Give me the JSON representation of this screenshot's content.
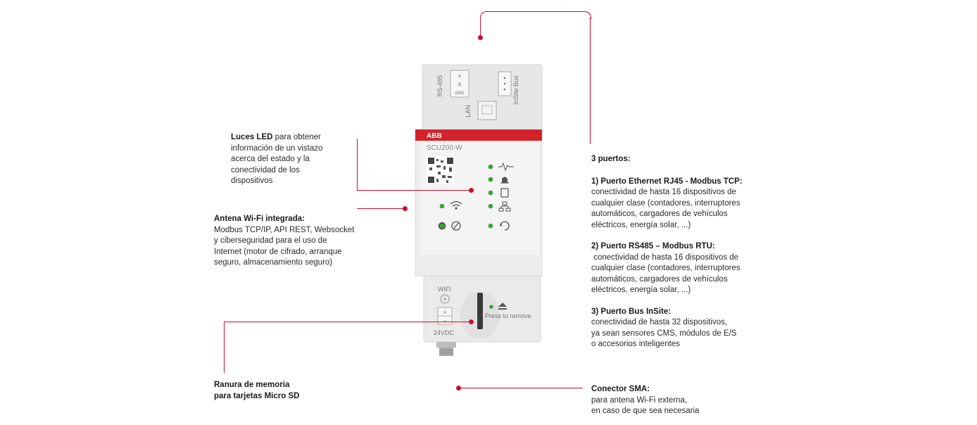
{
  "device": {
    "brand": "ABB",
    "model": "SCU200-W",
    "port_rs485": "RS-485",
    "port_labels": [
      "A",
      "B",
      "GND"
    ],
    "port_lan": "LAN",
    "port_insite": "InSite Bus",
    "wifi_label": "WIFI",
    "voltage_label": "24VDC",
    "plus_minus": [
      "+",
      "−"
    ],
    "press_to_remove": "Press to remove"
  },
  "callouts": {
    "led": {
      "bold": "Luces LED",
      "first_rest": " para obtener",
      "lines": [
        "información de un vistazo",
        "acerca del estado y la",
        "conectividad de los",
        "dispositivos"
      ]
    },
    "wifi": {
      "title": "Antena Wi-Fi integrada:",
      "lines": [
        "Modbus TCP/IP, API REST, Websocket",
        "y ciberseguridad para el uso de",
        "Internet (motor de cifrado, arranque",
        "seguro, almacenamiento seguro)"
      ]
    },
    "sd": {
      "lines": [
        "Ranura de memoria",
        "para tarjetas Micro SD"
      ]
    },
    "ports": {
      "heading": "3 puertos:",
      "items": [
        {
          "title": "1) Puerto Ethernet RJ45 - Modbus TCP:",
          "lines": [
            "conectividad de hasta 16 dispositivos de",
            "cualquier clase (contadores, interruptores",
            "automáticos, cargadores de vehículos",
            "eléctricos, energía solar, ...)"
          ]
        },
        {
          "title": "2) Puerto RS485 – Modbus RTU:",
          "lines": [
            " conectividad de hasta 16 dispositivos de",
            "cualquier clase (contadores, interruptores",
            "automáticos, cargadores de vehículos",
            "eléctricos, energía solar, ...)"
          ]
        },
        {
          "title": "3) Puerto Bus InSite:",
          "lines": [
            "conectividad de hasta 32 dispositivos,",
            "ya sean sensores CMS, módulos de E/S",
            "o accesorios inteligentes"
          ]
        }
      ]
    },
    "sma": {
      "title": "Conector SMA:",
      "lines": [
        "para antena Wi-Fi externa,",
        "en caso de que sea necesaria"
      ]
    }
  },
  "colors": {
    "accent": "#c8102e",
    "led_green": "#3aa335",
    "body": "#ececec"
  }
}
